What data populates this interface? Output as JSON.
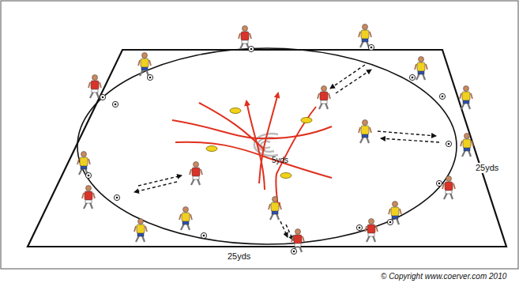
{
  "diagram": {
    "labels": [
      "5yds",
      "25yds",
      "25yds",
      "© Copyright www.coerver.com 2010"
    ]
  }
}
